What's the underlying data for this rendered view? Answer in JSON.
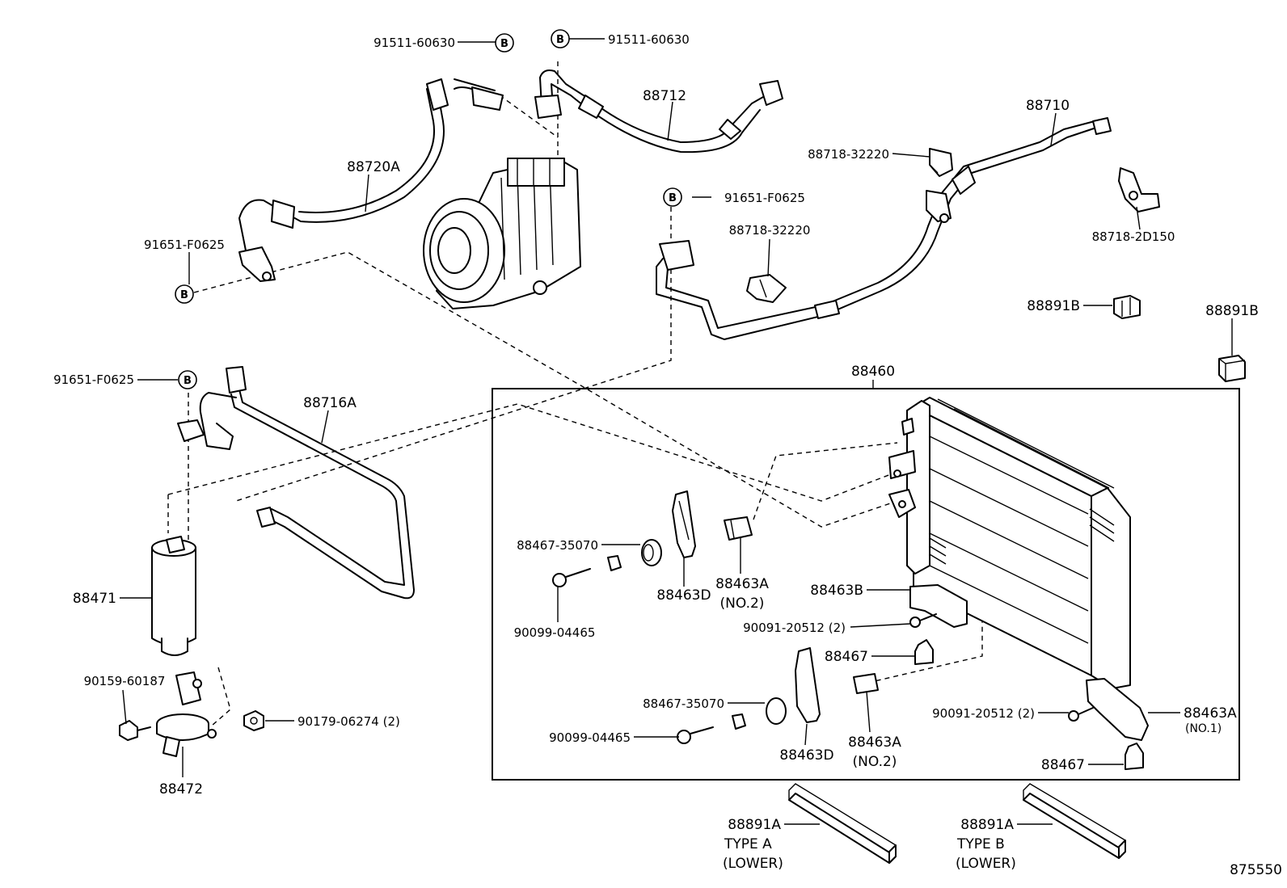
{
  "labels": {
    "p_91511_60630_left": "91511-60630",
    "p_91511_60630_right": "91511-60630",
    "p_88712": "88712",
    "p_88720A": "88720A",
    "p_91651_F0625_top": "91651-F0625",
    "p_91651_F0625_mid": "91651-F0625",
    "p_91651_F0625_left": "91651-F0625",
    "p_88710": "88710",
    "p_88718_32220_top": "88718-32220",
    "p_88718_32220_mid": "88718-32220",
    "p_88718_2D150": "88718-2D150",
    "p_88891B_mid": "88891B",
    "p_88891B_right": "88891B",
    "p_88460": "88460",
    "p_88716A": "88716A",
    "p_88471": "88471",
    "p_90159_60187": "90159-60187",
    "p_90179_06274": "90179-06274 (2)",
    "p_88472": "88472",
    "p_88467_35070_top": "88467-35070",
    "p_90099_04465_top": "90099-04465",
    "p_88463D_top": "88463D",
    "p_88463A_top": "88463A",
    "p_no2_top": "(NO.2)",
    "p_88463B": "88463B",
    "p_90091_20512_top": "90091-20512 (2)",
    "p_88467_mid": "88467",
    "p_88467_35070_bot": "88467-35070",
    "p_90099_04465_bot": "90099-04465",
    "p_88463D_bot": "88463D",
    "p_88463A_bot": "88463A",
    "p_no2_bot": "(NO.2)",
    "p_90091_20512_bot": "90091-20512 (2)",
    "p_88463A_right": "88463A",
    "p_no1": "(NO.1)",
    "p_88467_bot": "88467",
    "p_88891A_a": "88891A",
    "p_type_a": "TYPE A",
    "p_lower_a": "(LOWER)",
    "p_88891A_b": "88891A",
    "p_type_b": "TYPE B",
    "p_lower_b": "(LOWER)",
    "diagram_id": "875550"
  },
  "marker_letter": "B"
}
